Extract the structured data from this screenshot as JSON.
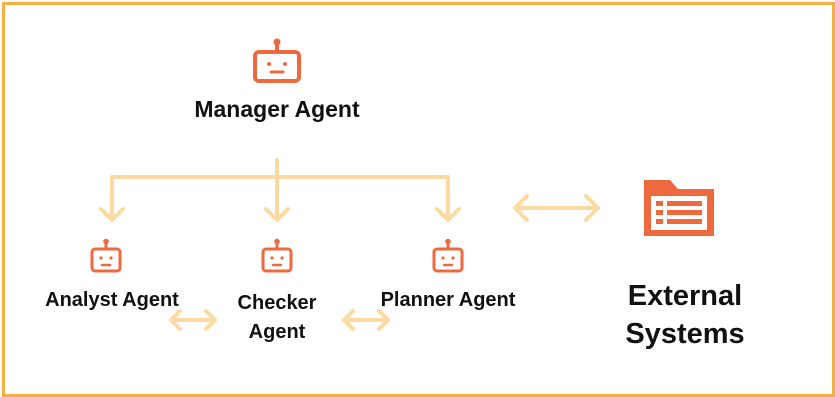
{
  "colors": {
    "frame": "#f5b041",
    "connector": "#fcd9a0",
    "icon": "#ee6a3e",
    "text": "#111111"
  },
  "manager": {
    "label": "Manager Agent",
    "icon": "robot-icon"
  },
  "agents": [
    {
      "label": "Analyst Agent",
      "icon": "robot-icon"
    },
    {
      "label": "Checker Agent",
      "icon": "robot-icon"
    },
    {
      "label": "Planner Agent",
      "icon": "robot-icon"
    }
  ],
  "external": {
    "label": "External Systems",
    "icon": "folder-list-icon"
  }
}
